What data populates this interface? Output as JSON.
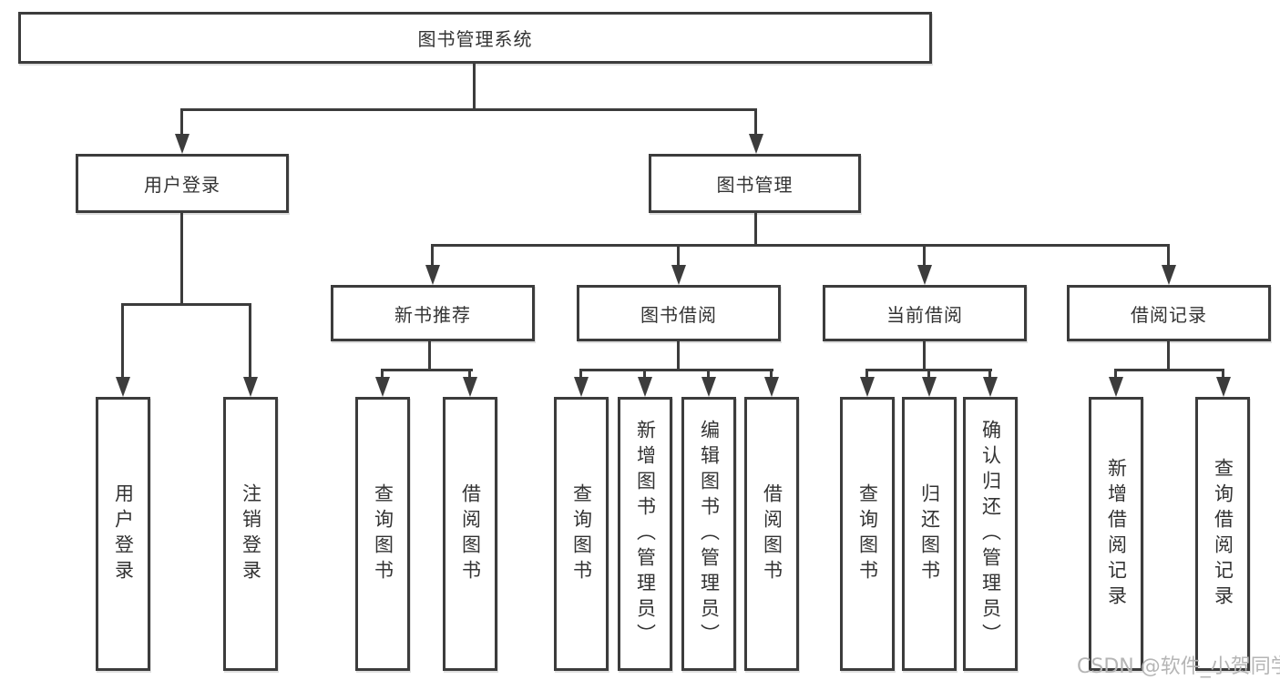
{
  "colors": {
    "line": "#3c3c3c",
    "box_border": "#3c3c3c",
    "text": "#333333",
    "watermark": "#b5b5b5",
    "background": "#ffffff"
  },
  "watermark": "CSDN @软件_小贺同学",
  "tree": {
    "root": "图书管理系统",
    "level2": [
      "用户登录",
      "图书管理"
    ],
    "level3": [
      "新书推荐",
      "图书借阅",
      "当前借阅",
      "借阅记录"
    ],
    "leaves": {
      "login": [
        "用户登录",
        "注销登录"
      ],
      "recommend": [
        "查询图书",
        "借阅图书"
      ],
      "borrow": [
        "查询图书",
        "新增图书（管理员）",
        "编辑图书（管理员）",
        "借阅图书"
      ],
      "current": [
        "查询图书",
        "归还图书",
        "确认归还（管理员）"
      ],
      "records": [
        "新增借阅记录",
        "查询借阅记录"
      ]
    }
  }
}
